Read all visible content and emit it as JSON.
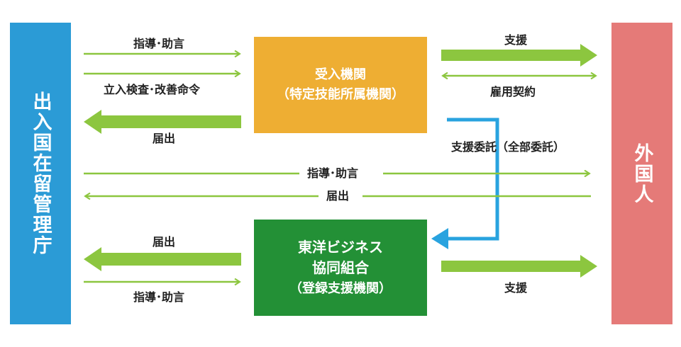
{
  "left_entity": "出入国在留管理庁",
  "right_entity": "外国人",
  "accepting_org": {
    "line1": "受入機関",
    "line2": "（特定技能所属機関）"
  },
  "support_org": {
    "line1": "東洋ビジネス",
    "line2": "協同組合",
    "line3": "（登録支援機関）"
  },
  "labels": {
    "guidance_top": "指導･助言",
    "inspection": "立入検査･改善命令",
    "report_top": "届出",
    "support_top": "支援",
    "employment_contract": "雇用契約",
    "outsourcing": "支援委託（全部委託）",
    "guidance_middle": "指導･助言",
    "report_middle": "届出",
    "report_bottom": "届出",
    "guidance_bottom": "指導･助言",
    "support_bottom": "支援"
  },
  "colors": {
    "agency_blue": "#2b9bd6",
    "foreigner_red": "#e57a78",
    "accepting_orange": "#eeae33",
    "support_green": "#239036",
    "arrow_green": "#8cc63f",
    "arrow_blue": "#29a3df"
  }
}
